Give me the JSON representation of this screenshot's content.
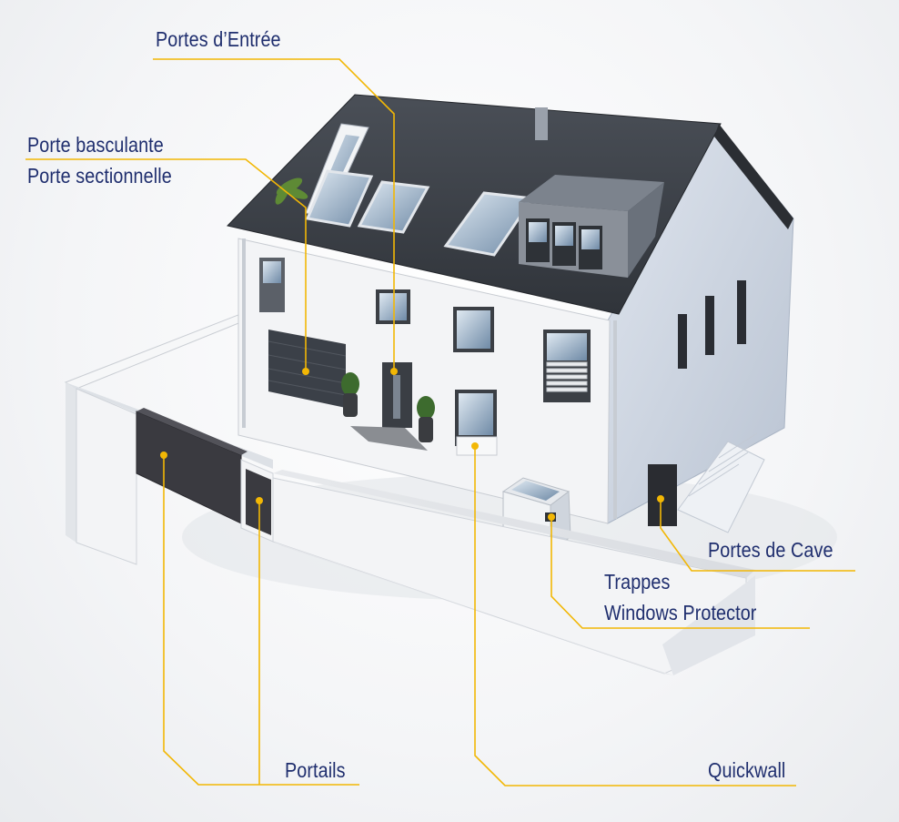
{
  "labels": {
    "portes_entree": "Portes d’Entrée",
    "porte_basculante": "Porte basculante",
    "porte_sectionnelle": "Porte sectionnelle",
    "portes_de_cave": "Portes de Cave",
    "trappes": "Trappes",
    "windows_protector": "Windows Protector",
    "portails": "Portails",
    "quickwall": "Quickwall"
  },
  "colors": {
    "label_text": "#1f2e6e",
    "leader_line": "#f2b705",
    "roof": "#3d4148",
    "facade": "#f3f4f6",
    "side_wall": "#cdd5e0",
    "gate": "#3a3a40",
    "window_glass": "#9fb3c8"
  }
}
